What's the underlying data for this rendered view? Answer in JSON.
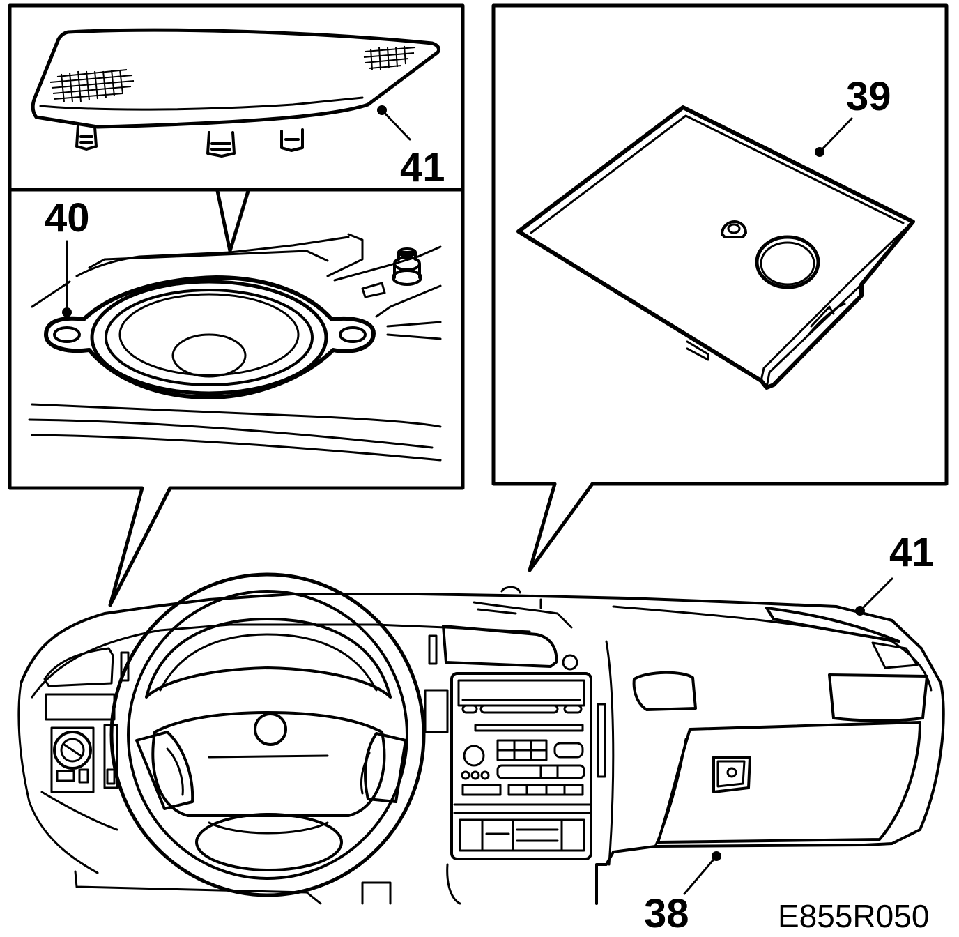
{
  "callouts": {
    "speaker_cover_top": "41",
    "speaker": "40",
    "glovebox_tray": "39",
    "dash_speaker_cover": "41",
    "glovebox": "38"
  },
  "drawing_code": "E855R050"
}
